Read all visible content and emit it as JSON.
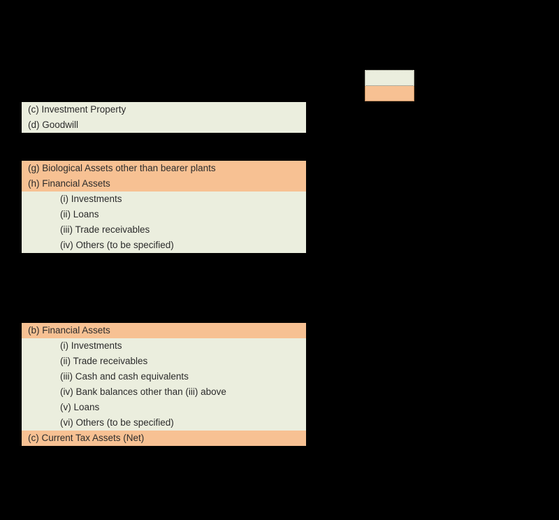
{
  "page": {
    "background_color": "#000000",
    "text_color": "#2b2b2b"
  },
  "colors": {
    "category_highlight": "#F7C193",
    "category_normal": "#EBEEDE",
    "border": "#c08b5c"
  },
  "legend": {
    "name": "color-key",
    "swatches": [
      {
        "color": "#EBEEDE",
        "style": "dotted-border",
        "label": ""
      },
      {
        "color": "#F7C193",
        "style": "solid-border",
        "label": ""
      }
    ]
  },
  "blocks": [
    {
      "id": "block-a",
      "rows": [
        {
          "text": "(c) Investment Property",
          "fill": "green",
          "indent": false
        },
        {
          "text": "(d) Goodwill",
          "fill": "green",
          "indent": false
        }
      ]
    },
    {
      "id": "block-b",
      "rows": [
        {
          "text": "(g) Biological Assets other than bearer plants",
          "fill": "orange",
          "indent": false
        },
        {
          "text": "(h) Financial Assets",
          "fill": "orange",
          "indent": false
        },
        {
          "text": "(i) Investments",
          "fill": "green",
          "indent": true
        },
        {
          "text": "(ii) Loans",
          "fill": "green",
          "indent": true
        },
        {
          "text": "(iii) Trade receivables",
          "fill": "green",
          "indent": true
        },
        {
          "text": "(iv) Others (to be specified)",
          "fill": "green",
          "indent": true
        }
      ]
    },
    {
      "id": "block-c",
      "rows": [
        {
          "text": "(b) Financial Assets",
          "fill": "orange",
          "indent": false
        },
        {
          "text": "(i) Investments",
          "fill": "green",
          "indent": true
        },
        {
          "text": "(ii) Trade receivables",
          "fill": "green",
          "indent": true
        },
        {
          "text": "(iii) Cash and cash equivalents",
          "fill": "green",
          "indent": true
        },
        {
          "text": "(iv) Bank balances other than (iii) above",
          "fill": "green",
          "indent": true
        },
        {
          "text": "(v) Loans",
          "fill": "green",
          "indent": true
        },
        {
          "text": "(vi) Others (to be specified)",
          "fill": "green",
          "indent": true
        },
        {
          "text": "(c) Current Tax Assets (Net)",
          "fill": "orange",
          "indent": false
        }
      ]
    }
  ]
}
